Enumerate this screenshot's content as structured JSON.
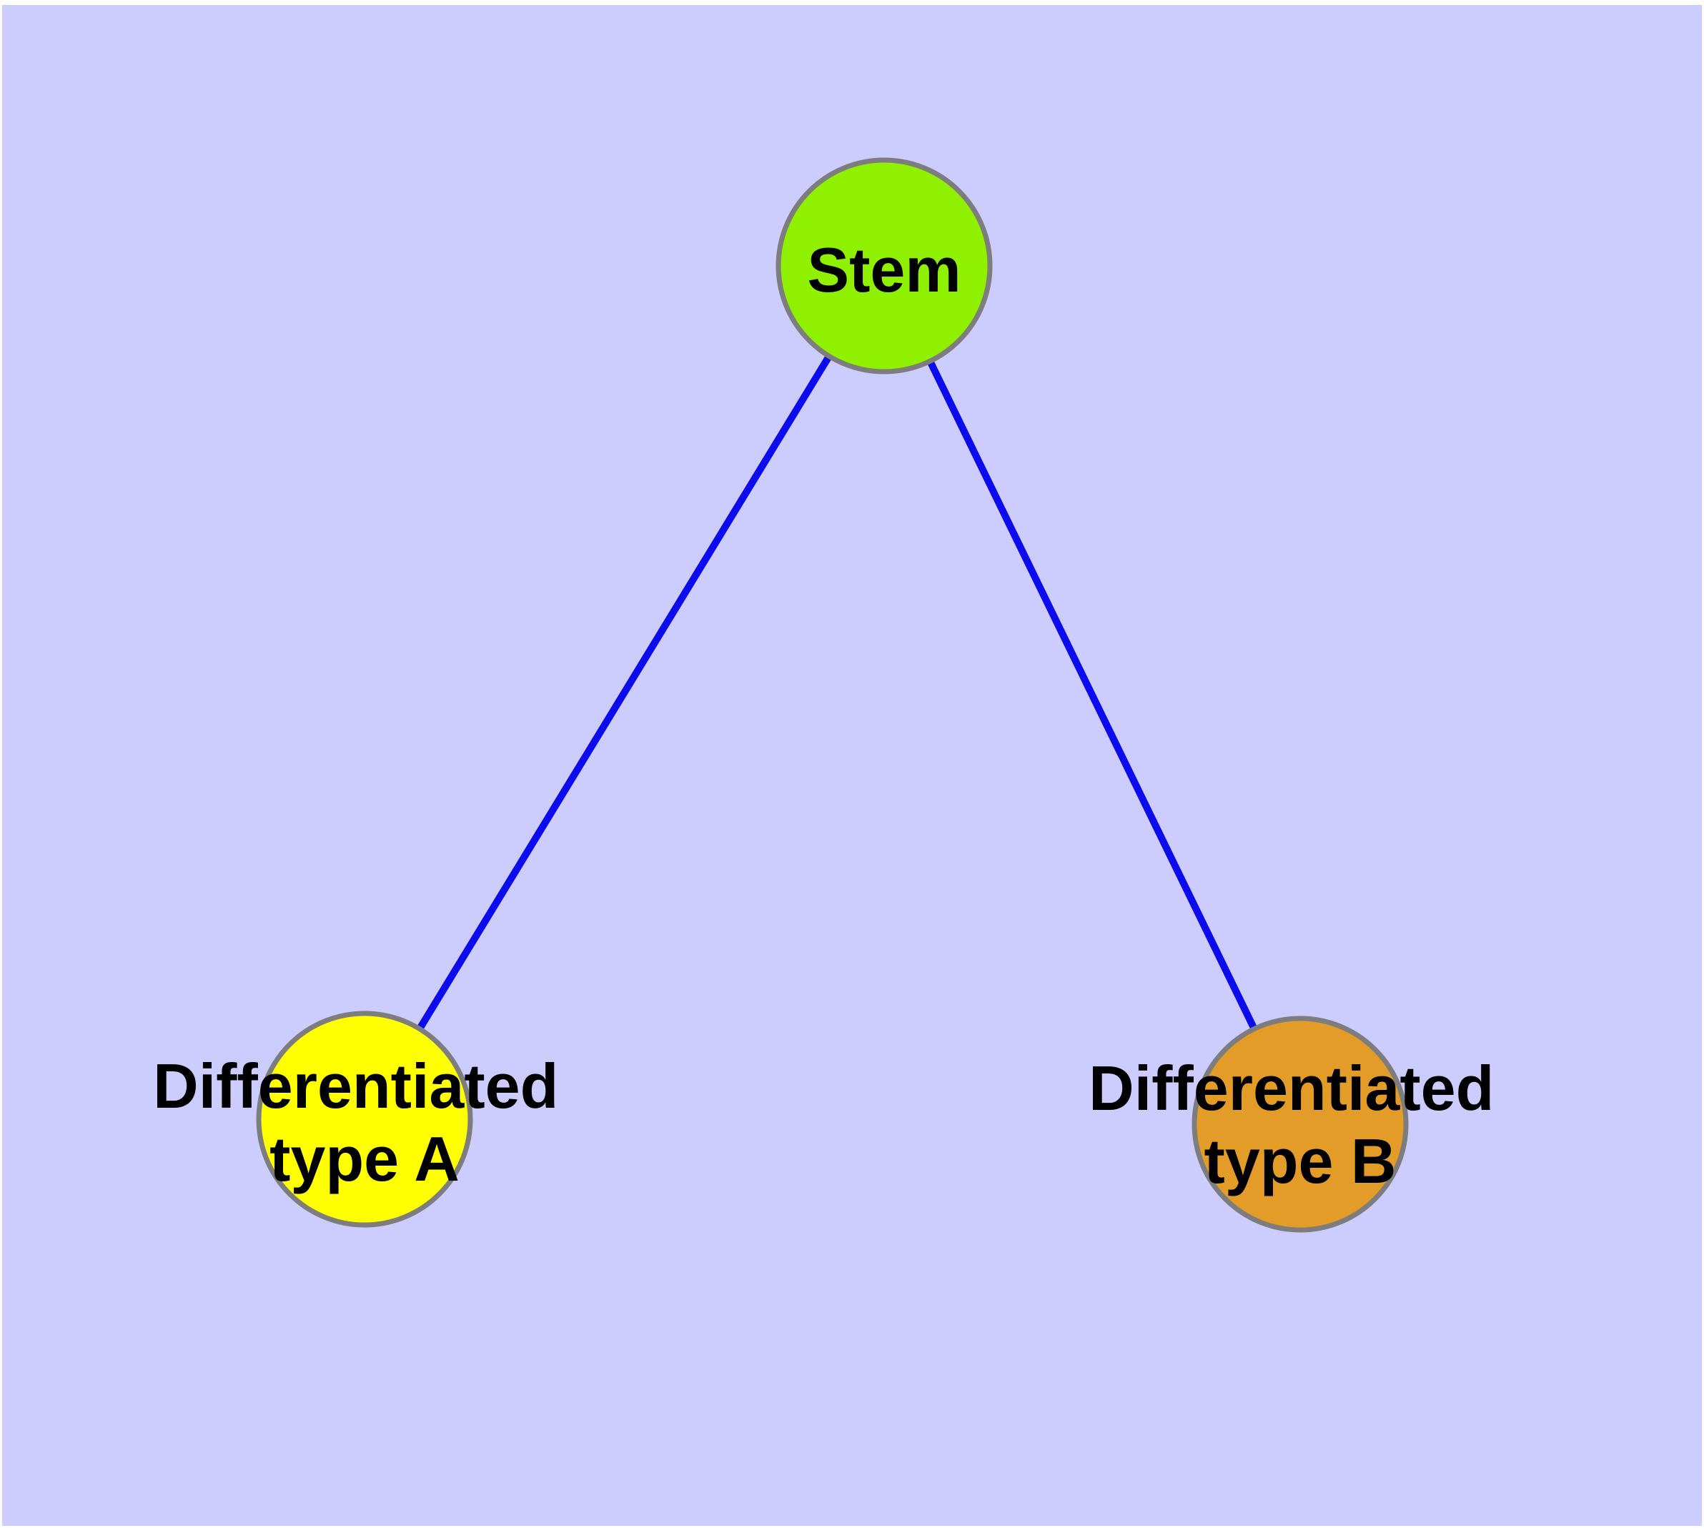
{
  "diagram": {
    "type": "graph",
    "background_color": "#ccccff",
    "frame_color": "#ffffff",
    "edge_color": "#0b0bee",
    "node_border_color": "#7d7d7d",
    "label_color": "#000000",
    "nodes": [
      {
        "id": "stem",
        "label": "Stem",
        "color": "#8ff000",
        "shape": "circle"
      },
      {
        "id": "type-a",
        "label_line1": "Differentiated",
        "label_line2": "type A",
        "color": "#ffff00",
        "shape": "circle"
      },
      {
        "id": "type-b",
        "label_line1": "Differentiated",
        "label_line2": "type B",
        "color": "#e39c28",
        "shape": "circle"
      }
    ],
    "edges": [
      {
        "from": "Stem",
        "to": "Differentiated type A"
      },
      {
        "from": "Stem",
        "to": "Differentiated type B"
      }
    ]
  }
}
